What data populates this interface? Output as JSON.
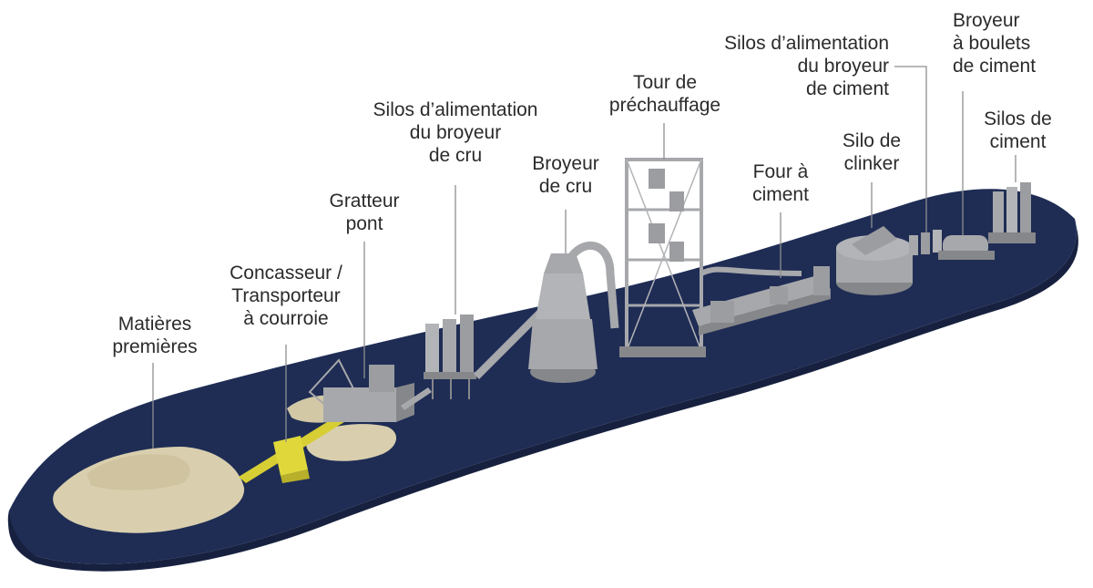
{
  "colors": {
    "ground": "#1f2d55",
    "ground_edge": "#17213f",
    "sand": "#d9cfae",
    "crusher": "#e0d83a",
    "machinery": "#a7a8ab",
    "machinery_dark": "#86878a",
    "label_text": "#2b2b2b",
    "leader_line": "#8e8e8e"
  },
  "labels": {
    "raw_materials": [
      "Matières",
      "premières"
    ],
    "crusher_conveyor": [
      "Concasseur /",
      "Transporteur",
      "à courroie"
    ],
    "bridge_scraper": [
      "Gratteur",
      "pont"
    ],
    "raw_mill_feed_silos": [
      "Silos d’alimentation",
      "du broyeur",
      "de cru"
    ],
    "raw_mill": [
      "Broyeur",
      "de cru"
    ],
    "preheater_tower": [
      "Tour de",
      "préchauffage"
    ],
    "cement_kiln": [
      "Four à",
      "ciment"
    ],
    "clinker_silo": [
      "Silo de",
      "clinker"
    ],
    "cement_mill_feed_silos": [
      "Silos d’alimentation",
      "du broyeur",
      "de ciment"
    ],
    "cement_ball_mill": [
      "Broyeur",
      "à boulets",
      "de ciment"
    ],
    "cement_silos": [
      "Silos de",
      "ciment"
    ]
  }
}
